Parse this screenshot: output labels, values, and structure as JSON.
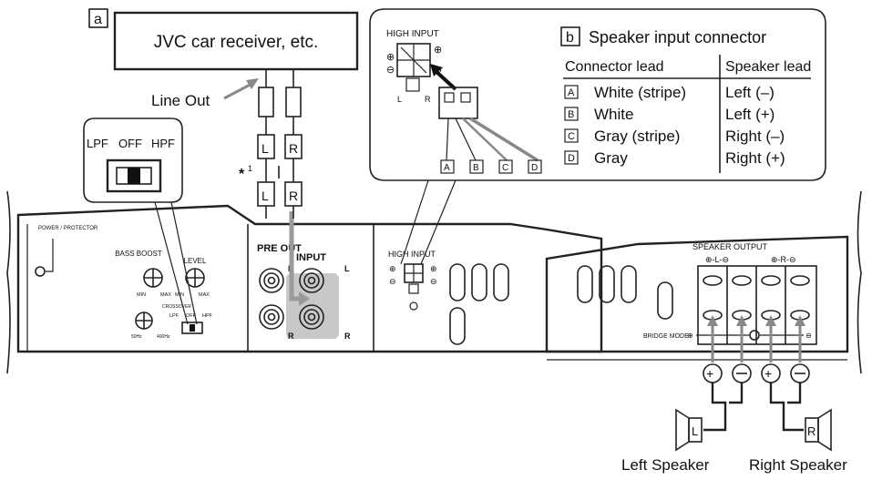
{
  "label_a": "a",
  "receiver_label": "JVC car receiver, etc.",
  "line_out_label": "Line Out",
  "rca_left": "L",
  "rca_right": "R",
  "footnote_marker": "*",
  "footnote_number": "1",
  "switch": {
    "lpf": "LPF",
    "off": "OFF",
    "hpf": "HPF"
  },
  "panel_b": {
    "high_input": "HIGH INPUT",
    "label_b": "b",
    "title": "Speaker input connector",
    "col_connector": "Connector lead",
    "col_speaker": "Speaker lead",
    "rows": [
      {
        "id": "A",
        "connector": "White (stripe)",
        "speaker": "Left (–)"
      },
      {
        "id": "B",
        "connector": "White",
        "speaker": "Left (+)"
      },
      {
        "id": "C",
        "connector": "Gray (stripe)",
        "speaker": "Right (–)"
      },
      {
        "id": "D",
        "connector": "Gray",
        "speaker": "Right (+)"
      }
    ],
    "lead_tags": [
      "A",
      "B",
      "C",
      "D"
    ],
    "port_l": "L",
    "port_r": "R"
  },
  "amp_panel": {
    "power_protector": "POWER / PROTECTOR",
    "bass_boost": "BASS BOOST",
    "level": "LEVEL",
    "min": "MIN",
    "max": "MAX",
    "crossover": "CROSSOVER",
    "lpf": "LPF",
    "off": "OFF",
    "hpf": "HPF",
    "hz50": "50Hz",
    "hz400": "400Hz",
    "pre_out": "PRE OUT",
    "input": "INPUT",
    "l": "L",
    "r": "R",
    "high_input": "HIGH INPUT",
    "speaker_output": "SPEAKER OUTPUT",
    "bridge_mode": "BRIDGE MODE"
  },
  "left_speaker": "Left Speaker",
  "right_speaker": "Right Speaker",
  "speaker_l": "L",
  "speaker_r": "R"
}
